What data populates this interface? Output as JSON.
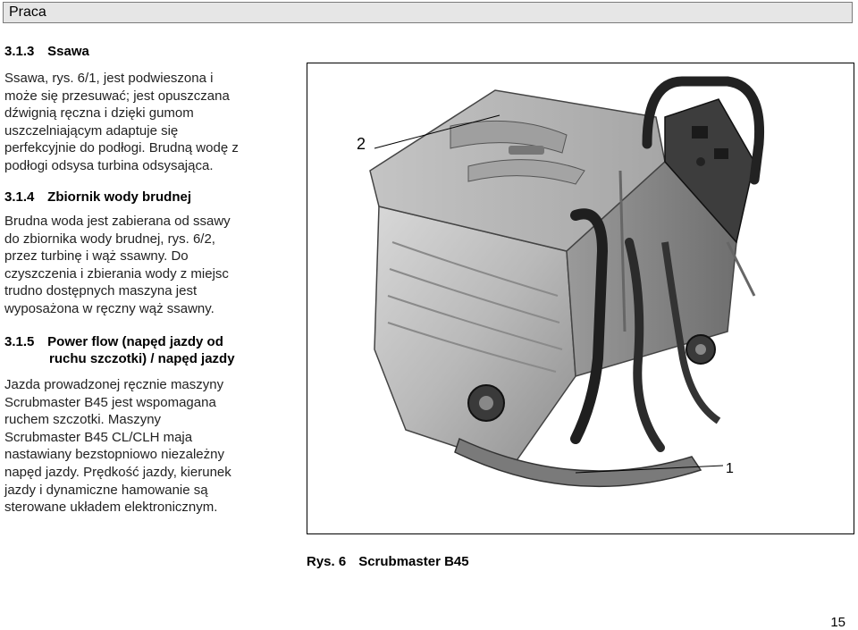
{
  "header": {
    "title": "Praca"
  },
  "sections": {
    "s313": {
      "number": "3.1.3",
      "title": "Ssawa",
      "lines": [
        "Ssawa, rys. 6/1, jest podwieszona i",
        "może się przesuwać; jest opuszczana",
        "dźwignią ręczna i dzięki gumom",
        "uszczelniającym adaptuje się",
        "perfekcyjnie do podłogi.  Brudną wodę z",
        "podłogi odsysa turbina odsysająca."
      ]
    },
    "s314": {
      "number": "3.1.4",
      "title": "Zbiornik wody brudnej",
      "lines": [
        "Brudna woda jest zabierana od ssawy",
        "do zbiornika wody brudnej, rys. 6/2,",
        "przez turbinę i wąż ssawny. Do",
        "czyszczenia i zbierania wody z miejsc",
        "trudno dostępnych maszyna jest",
        "wyposażona w ręczny wąż ssawny."
      ]
    },
    "s315": {
      "number": "3.1.5",
      "title_line1": "Power flow (napęd jazdy od",
      "title_line2": "ruchu szczotki) / napęd jazdy",
      "lines": [
        "Jazda prowadzonej ręcznie maszyny",
        "Scrubmaster B45 jest wspomagana",
        "ruchem szczotki. Maszyny",
        "Scrubmaster B45 CL/CLH maja",
        "nastawiany bezstopniowo niezależny",
        "napęd jazdy. Prędkość jazdy, kierunek",
        "jazdy i dynamiczne hamowanie są",
        "sterowane układem elektronicznym."
      ]
    }
  },
  "figure": {
    "callout_1": "1",
    "callout_2": "2",
    "caption_label": "Rys. 6",
    "caption_title": "Scrubmaster B45"
  },
  "page_number": "15"
}
